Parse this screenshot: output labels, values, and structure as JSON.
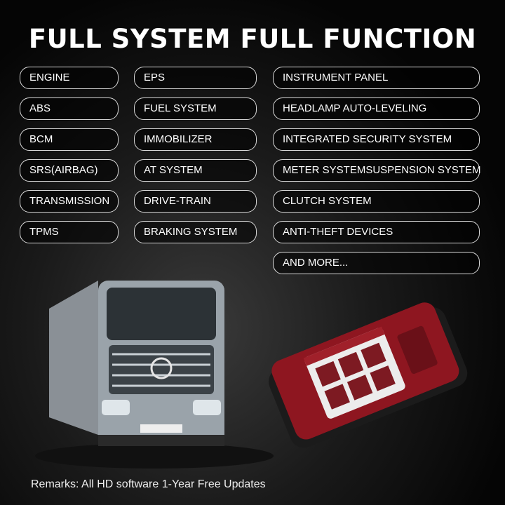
{
  "title": "FULL SYSTEM FULL FUNCTION",
  "columns": [
    [
      "ENGINE",
      "ABS",
      "BCM",
      "SRS(AIRBAG)",
      "TRANSMISSION",
      "TPMS"
    ],
    [
      "EPS",
      "FUEL SYSTEM",
      "IMMOBILIZER",
      "AT SYSTEM",
      "DRIVE-TRAIN",
      "BRAKING SYSTEM"
    ],
    [
      "INSTRUMENT PANEL",
      "HEADLAMP AUTO-LEVELING",
      "INTEGRATED SECURITY SYSTEM",
      "METER SYSTEMSUSPENSION SYSTEM",
      "CLUTCH SYSTEM",
      "ANTI-THEFT DEVICES",
      "AND MORE..."
    ]
  ],
  "remarks": "Remarks: All HD software 1-Year Free Updates",
  "colors": {
    "device_red": "#8e1620",
    "background": "#0a0a0a"
  }
}
